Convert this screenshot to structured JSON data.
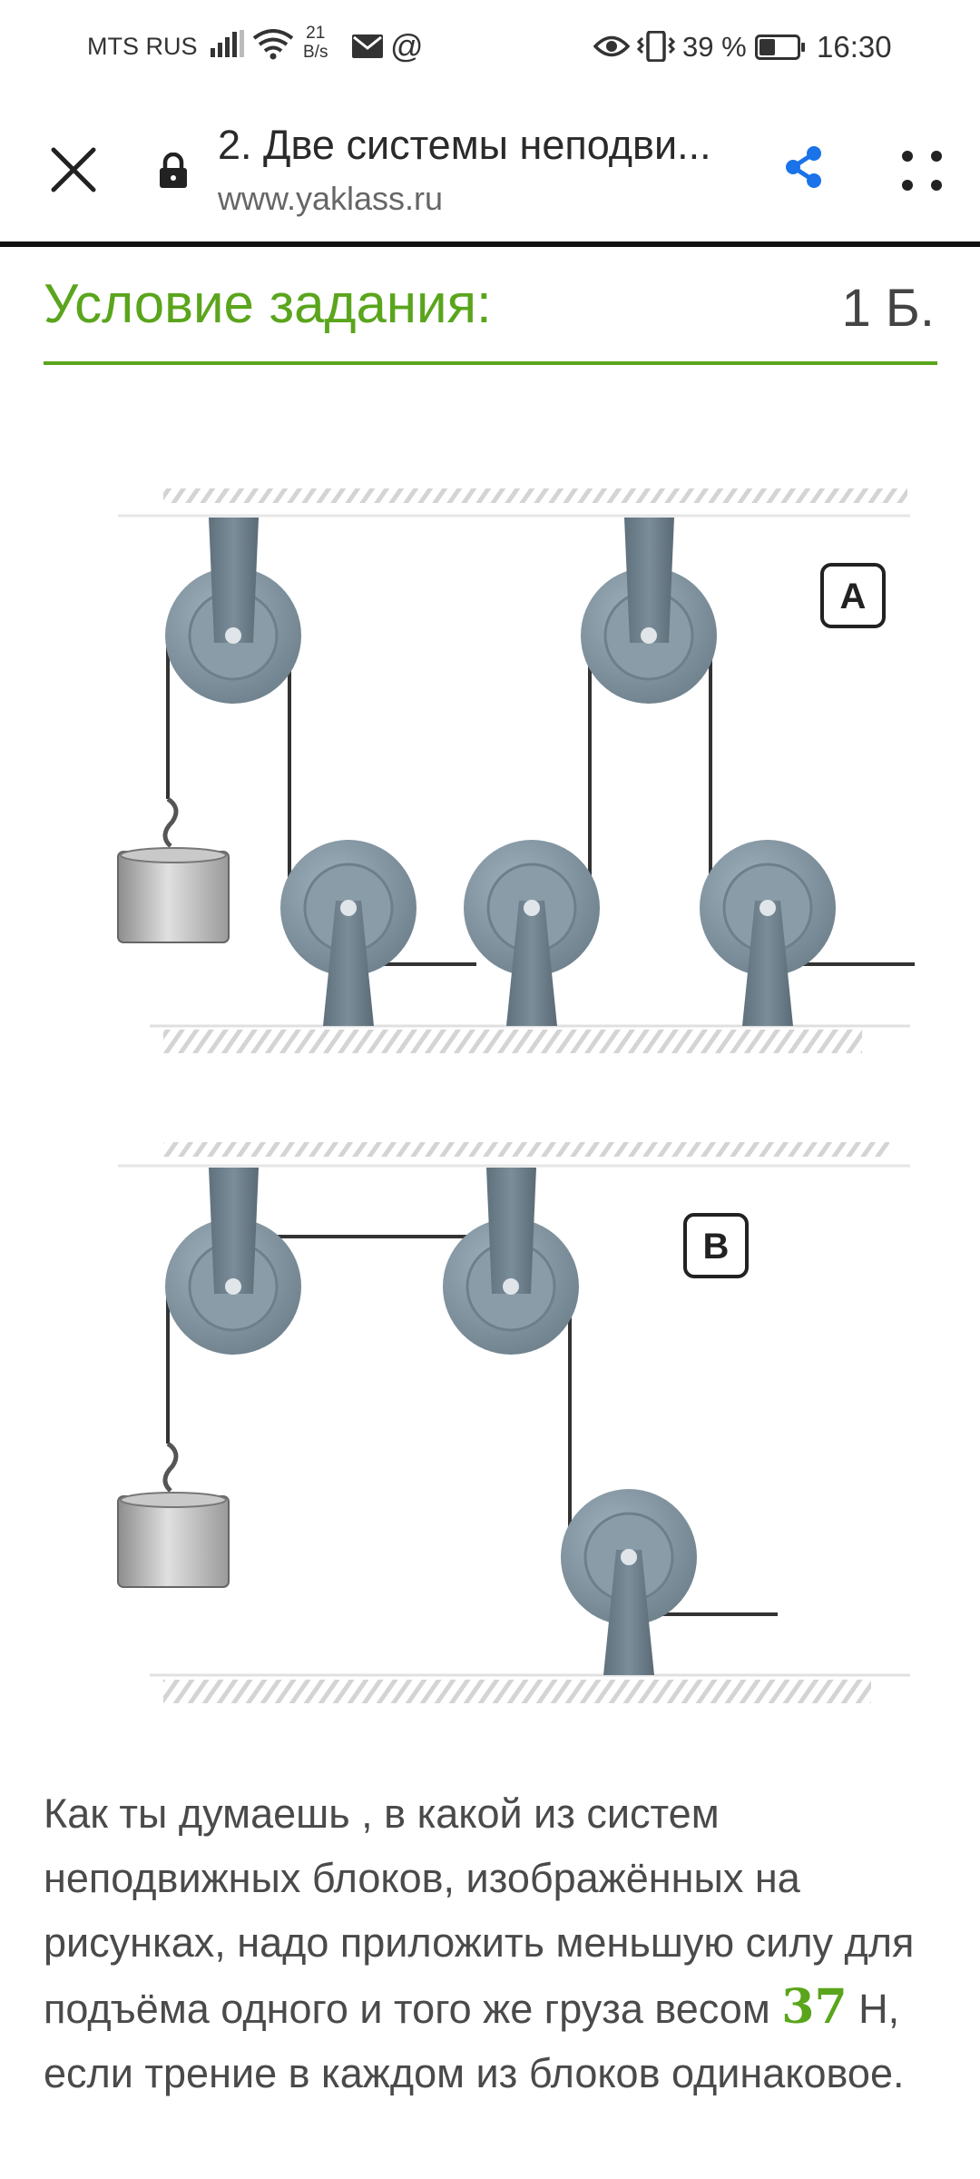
{
  "status_bar": {
    "carrier": "MTS RUS",
    "speed_value": "21",
    "speed_unit": "B/s",
    "battery_percent": "39 %",
    "time": "16:30",
    "icons": [
      "signal-icon",
      "wifi-icon",
      "mail-icon",
      "at-icon",
      "eye-icon",
      "vibrate-icon",
      "battery-icon"
    ]
  },
  "browser": {
    "title": "2. Две системы неподви...",
    "url": "www.yaklass.ru",
    "icons": [
      "close-icon",
      "lock-icon",
      "share-icon",
      "more-icon"
    ],
    "share_color": "#1a73e8"
  },
  "task": {
    "heading": "Условие задания:",
    "points": "1 Б.",
    "accent_color": "#5aa51c"
  },
  "figure": {
    "label_a": "A",
    "label_b": "B"
  },
  "question": {
    "text_before": "Как ты думаешь , в какой из систем неподвижных блоков, изображённых на рисунках, надо приложить меньшую  силу для подъёма одного и того же груза весом ",
    "number": "37",
    "text_after": " Н, если трение в каждом из блоков одинаковое."
  }
}
